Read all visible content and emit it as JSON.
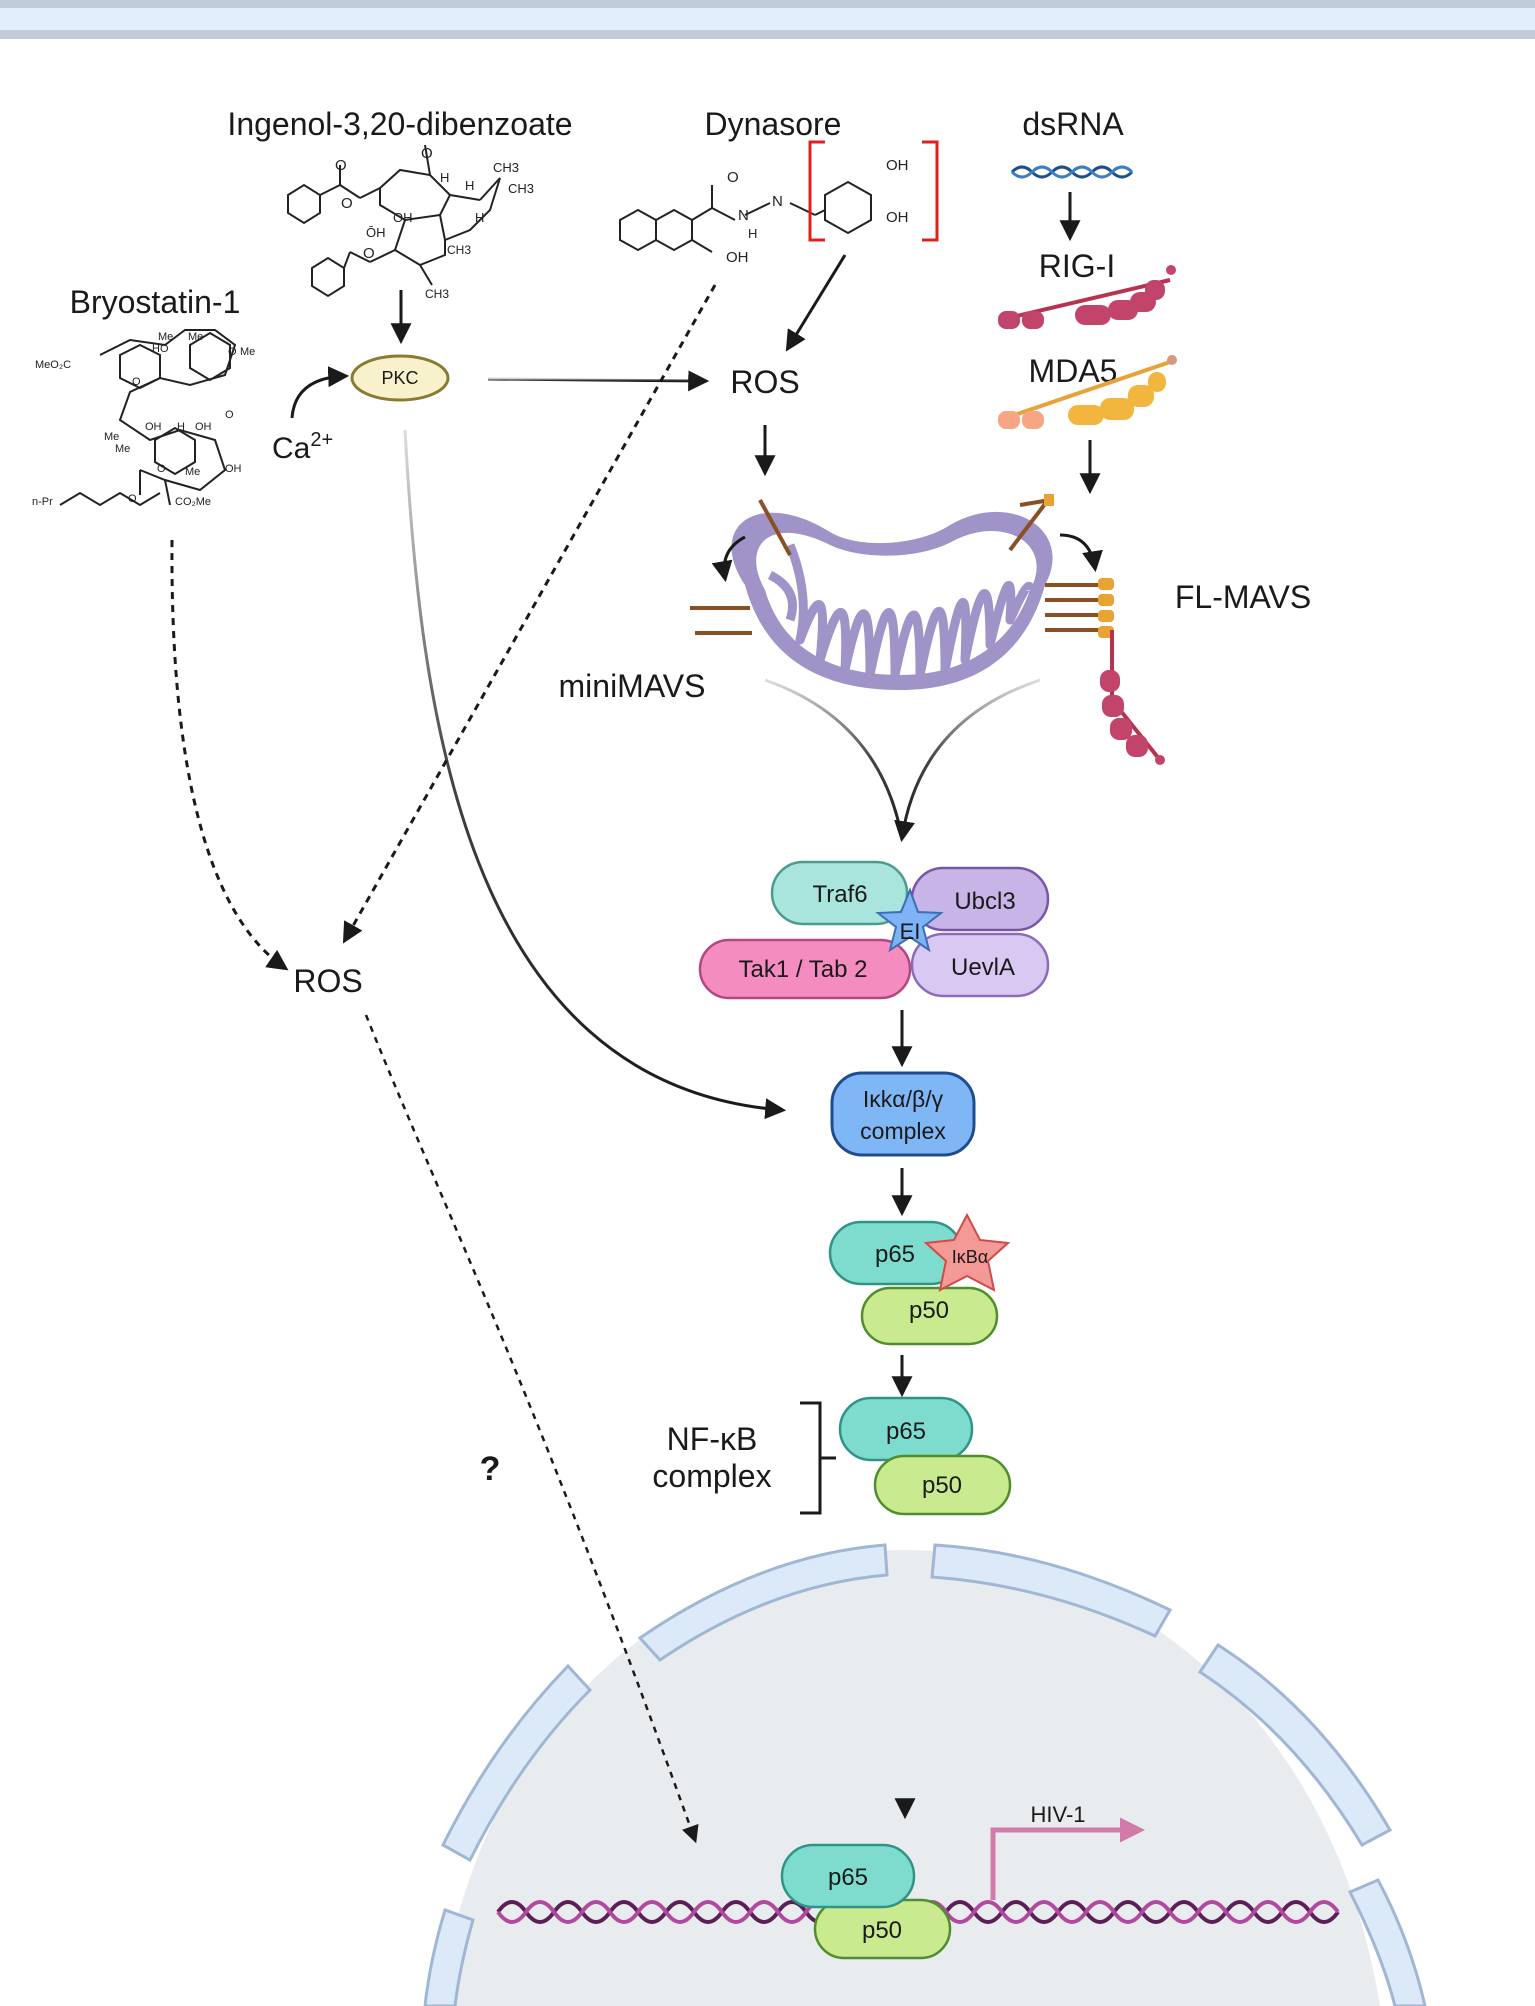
{
  "labels": {
    "ingenol": "Ingenol-3,20-dibenzoate",
    "dynasore": "Dynasore",
    "dsrna": "dsRNA",
    "bryostatin": "Bryostatin-1",
    "pkc": "PKC",
    "ca": "Ca",
    "ca_sup": "2+",
    "ros_top": "ROS",
    "ros_left": "ROS",
    "rigi": "RIG-I",
    "mda5": "MDA5",
    "flmavs": "FL-MAVS",
    "minimavs": "miniMAVS",
    "traf6": "Traf6",
    "ubcl3": "Ubcl3",
    "ei": "EI",
    "tak": "Tak1 / Tab 2",
    "uevla": "UevlA",
    "ikk_1": "Iκkα/β/γ",
    "ikk_2": "complex",
    "p65_a": "p65",
    "ikba": "IκBα",
    "p50_a": "p50",
    "nfkb_1": "NF-κB",
    "nfkb_2": "complex",
    "p65_b": "p65",
    "p50_b": "p50",
    "question": "?",
    "hiv": "HIV-1",
    "p65_c": "p65",
    "p50_c": "p50"
  },
  "chemistry": {
    "ingenol_groups": [
      "O",
      "O",
      "O",
      "O",
      "H",
      "H",
      "H",
      "CH3",
      "CH3",
      "OH",
      "ŌH",
      "CH3"
    ],
    "dynasore_groups": [
      "O",
      "N",
      "N",
      "H",
      "OH",
      "OH",
      "OH"
    ],
    "bryo_groups": [
      "MeO2C",
      "Me",
      "Me",
      "HO",
      "O",
      "Me",
      "O",
      "O",
      "O",
      "OH",
      "H",
      "OH",
      "Me",
      "Me",
      "O",
      "Me",
      "OH",
      "n-Pr",
      "O",
      "CO2Me"
    ]
  },
  "colors": {
    "membrane": "#dce9f8",
    "membrane_stroke": "#9fb6d4",
    "nucleus": "#e9ecef",
    "mito": "#9f93c8",
    "teal": "#8ee0d6",
    "green": "#c9ea8f",
    "pink": "#f48cc0",
    "purple": "#c9b4e8",
    "blue": "#7fb6f5",
    "mavs_red": "#c2446b",
    "mda_orange": "#f2b63e"
  }
}
